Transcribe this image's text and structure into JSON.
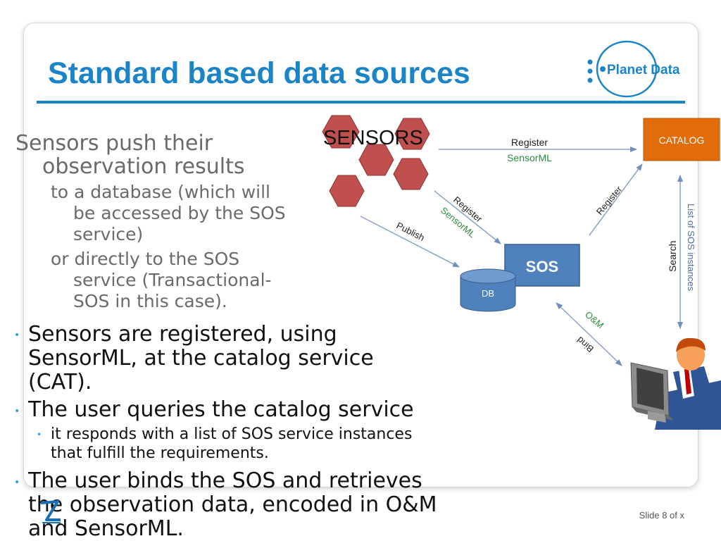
{
  "slide": {
    "title": "Standard based data sources",
    "logo_text": "Planet Data",
    "footer": "Slide 8 of x"
  },
  "body": {
    "level1_gray": "Sensors push their",
    "level1_gray_cont": "observation results",
    "sub_a_1": "to a database (which will",
    "sub_a_2": "be accessed by the SOS",
    "sub_a_3": "service)",
    "sub_b_1": "or directly to the SOS",
    "sub_b_2": "service (Transactional-",
    "sub_b_3": "SOS in this case).",
    "bullet1_1": "Sensors are registered, using",
    "bullet1_2": "SensorML, at the catalog service",
    "bullet1_3": "(CAT).",
    "bullet2": "The user queries the catalog service",
    "sub_bullet_1": "it responds with a list of SOS service instances",
    "sub_bullet_2": "that fulfill the requirements.",
    "bullet3_1": "The user binds the SOS and retrieves",
    "bullet3_2": "the observation data, encoded in O&M",
    "bullet3_3": "and SensorML."
  },
  "diagram": {
    "sensors_label": "SENSORS",
    "catalog_label": "CATALOG",
    "sos_label": "SOS",
    "db_label": "DB",
    "register_top": "Register",
    "sensorml_top": "SensorML",
    "register_diag": "Register",
    "sensorml_diag": "SensorML",
    "publish": "Publish",
    "register_right": "Register",
    "search": "Search",
    "list_sos": "List of SOS instances",
    "om": "O&M",
    "bind": "Bind",
    "colors": {
      "hexagon": "#c0504d",
      "catalog": "#e36c0a",
      "sos": "#4f81bd",
      "arrow": "#8ba3c7",
      "green_text": "#2e8b3d",
      "title_blue": "#1a84c7",
      "bullet_blue": "#2aa3d4"
    }
  }
}
